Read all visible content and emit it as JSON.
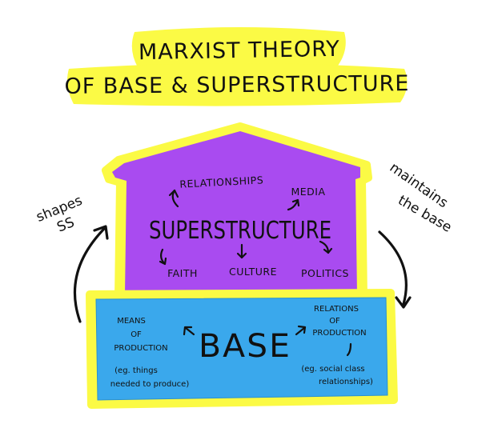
{
  "title": {
    "line1": "MARXIST THEORY",
    "line2": "OF BASE & SUPERSTRUCTURE"
  },
  "superstructure": {
    "label": "SUPERSTRUCTURE",
    "items": {
      "relationships": "RELATIONSHIPS",
      "media": "MEDIA",
      "faith": "FAITH",
      "culture": "CULTURE",
      "politics": "POLITICS"
    }
  },
  "base": {
    "label": "BASE",
    "means": {
      "line1": "MEANS",
      "line2": "OF",
      "line3": "PRODUCTION",
      "note1": "(eg. things",
      "note2": "needed to produce)"
    },
    "relations": {
      "line1": "RELATIONS",
      "line2": "OF",
      "line3": "PRODUCTION",
      "note1": "(eg. social class",
      "note2": "relationships)"
    }
  },
  "side_labels": {
    "left_line1": "shapes",
    "left_line2": "SS",
    "right_line1": "maintains",
    "right_line2": "the base"
  },
  "colors": {
    "highlight": "#fbfa45",
    "superstructure_fill": "#a94bf0",
    "base_fill": "#3aa8ec",
    "ink": "#111111"
  }
}
